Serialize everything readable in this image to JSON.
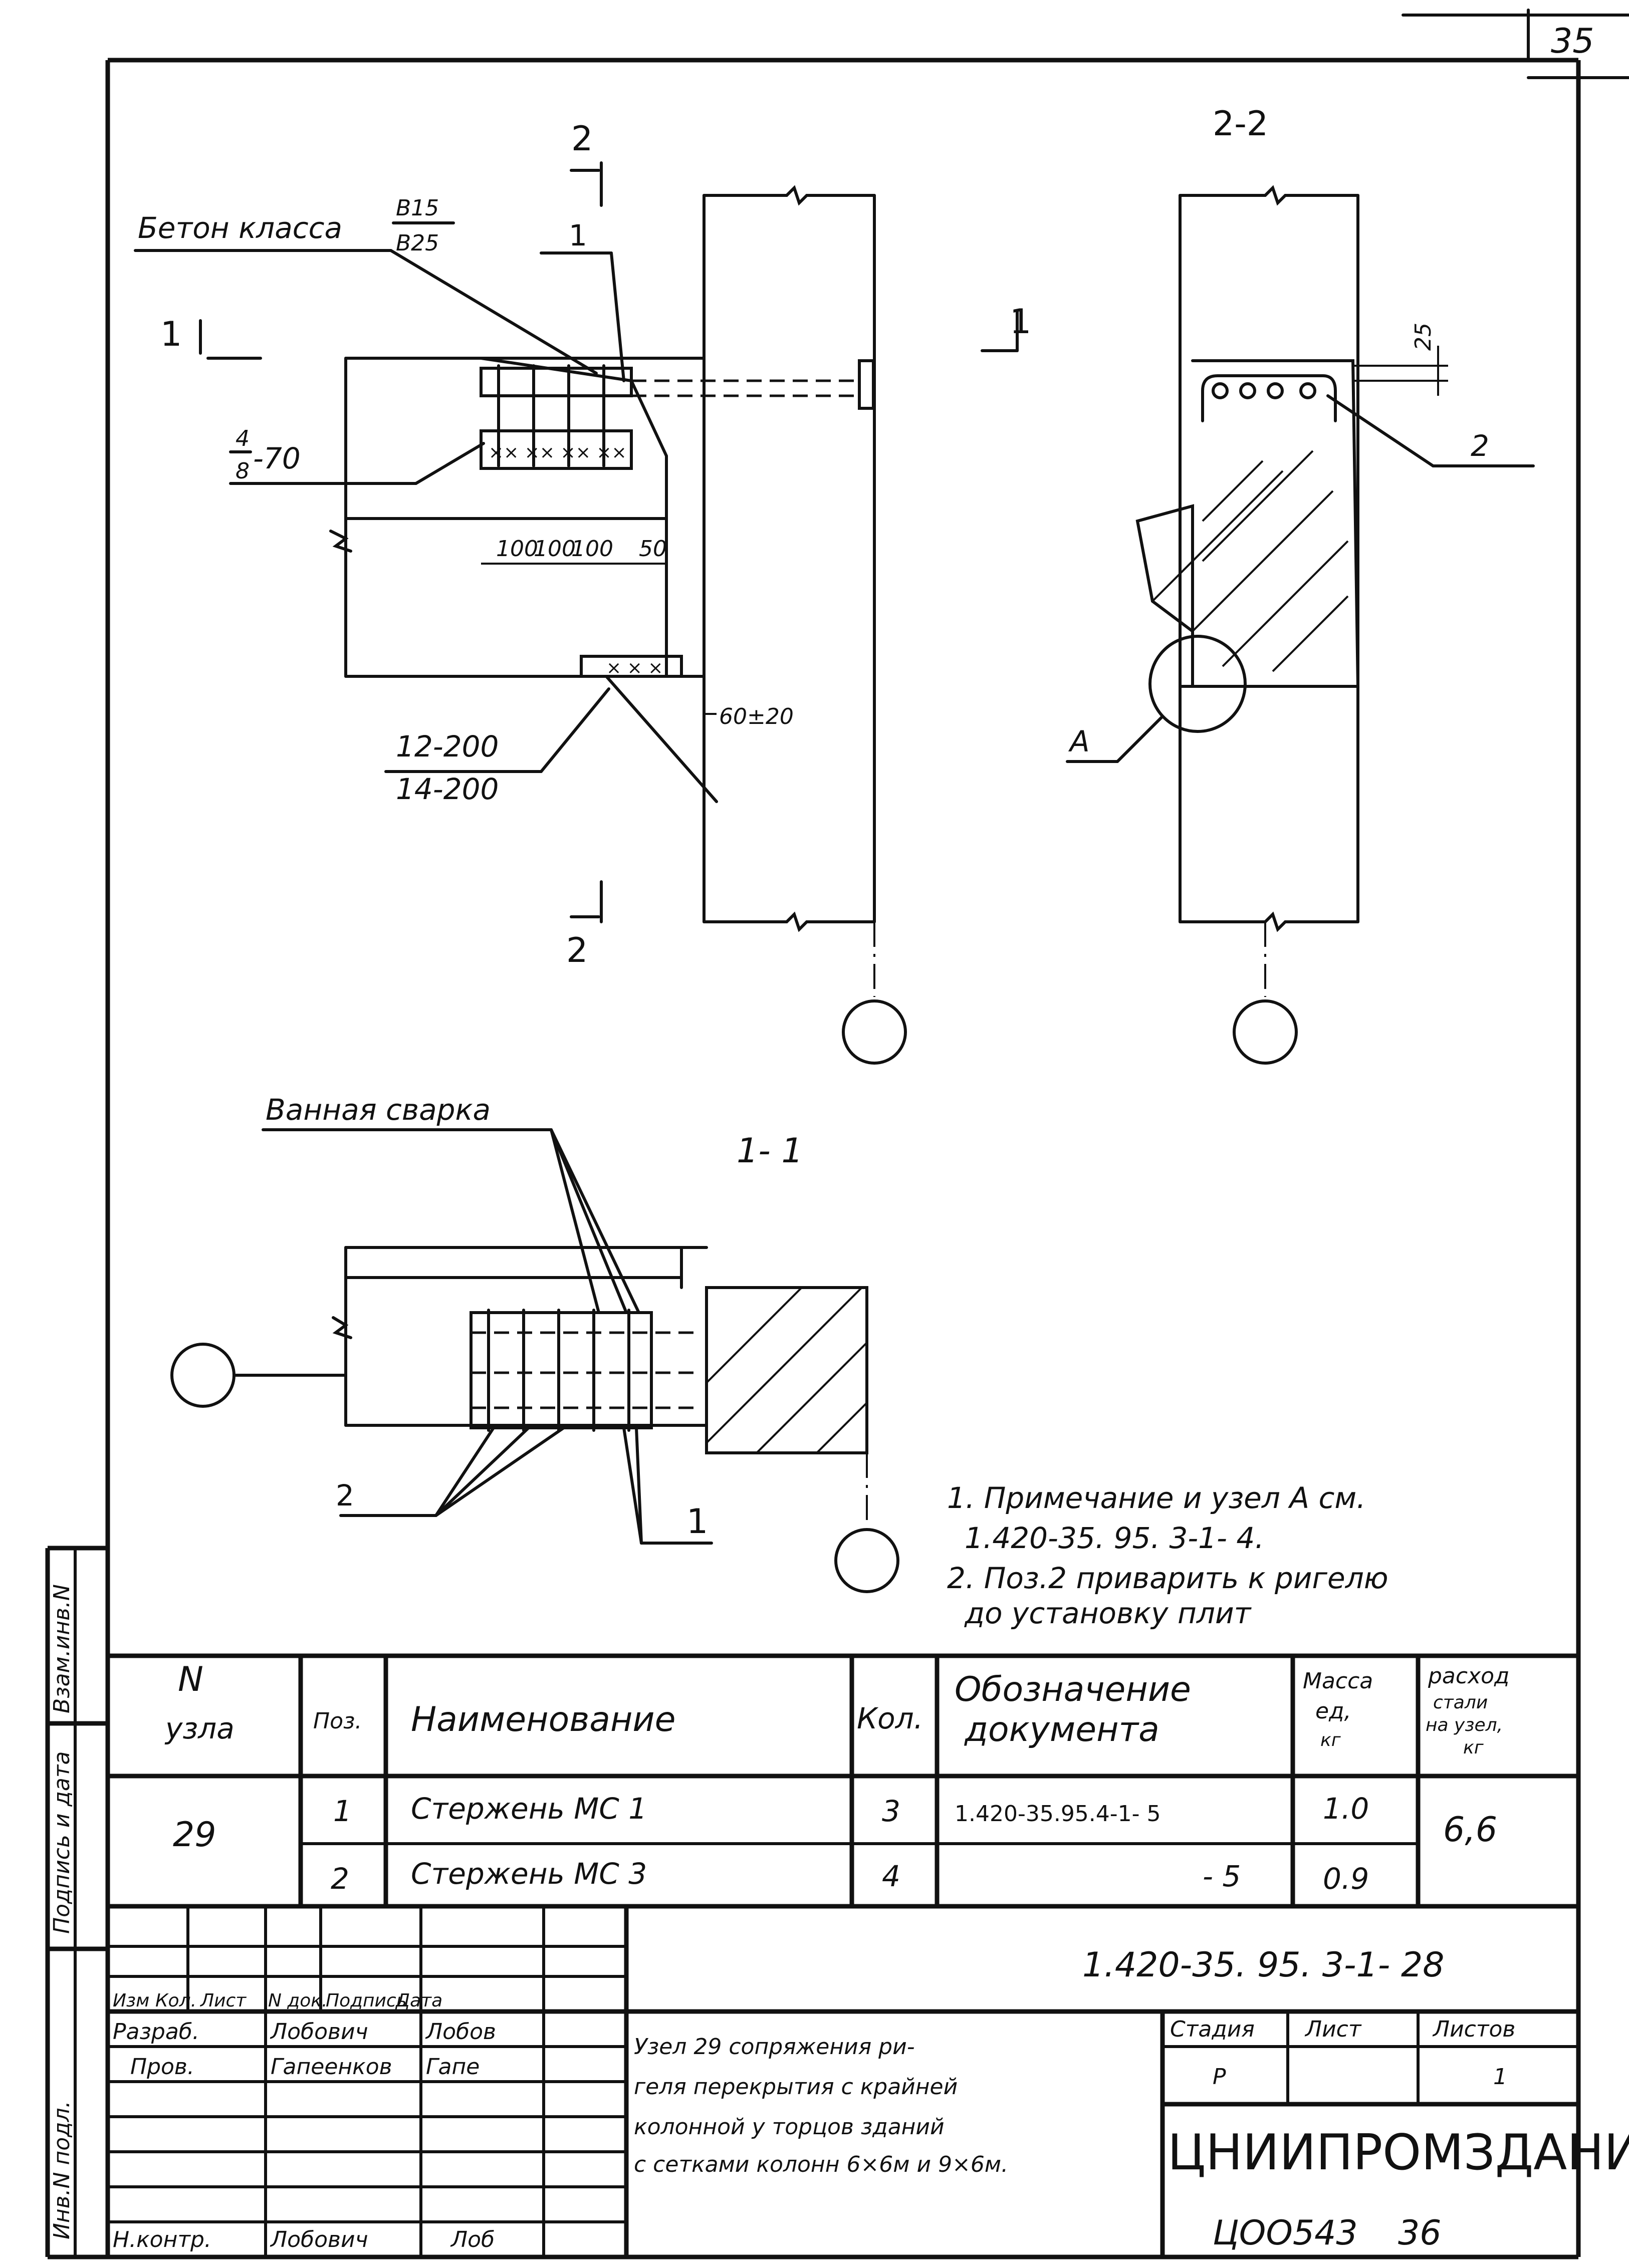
{
  "sheet": {
    "page_number_top": "35",
    "archive_number": "ЦОО543",
    "archive_sheet": "36"
  },
  "views": {
    "section_2_top_mark": "2",
    "section_2_bottom_mark": "2",
    "section_1_left_mark": "1",
    "section_1_right_mark": "1",
    "view_2_2_title": "2-2",
    "view_1_1_title": "1- 1"
  },
  "annotations": {
    "concrete_label": "Бетон класса",
    "concrete_class_top": "B15",
    "concrete_class_bottom": "B25",
    "pos_1_label": "1",
    "weld_top": "4",
    "weld_bottom": "8",
    "weld_length": "-70",
    "dims": [
      "100",
      "100",
      "100",
      "50"
    ],
    "gap_dim": "60±20",
    "plate_top": "12-200",
    "plate_bottom": "14-200",
    "dim_25": "25",
    "pos_2_label_right": "2",
    "node_a_label": "A",
    "bath_weld": "Ванная сварка",
    "pos_2_label_bottom": "2",
    "pos_1_label_bottom": "1"
  },
  "notes": [
    "1. Примечание и узел А см.",
    "1.420-35. 95. 3-1- 4.",
    "2. Поз.2 приварить к ригелю",
    "до установку плит"
  ],
  "spec_table": {
    "headers": {
      "node_top": "N",
      "node_bottom": "узла",
      "pos": "Поз.",
      "name": "Наименование",
      "qty": "Кол.",
      "doc_top": "Обозначение",
      "doc_bottom": "документа",
      "mass_top": "Масса",
      "mass_mid": "ед,",
      "mass_bottom": "кг",
      "steel_top": "расход",
      "steel_mid1": "стали",
      "steel_mid2": "на узел,",
      "steel_bottom": "кг"
    },
    "node": "29",
    "total_steel": "6,6",
    "rows": [
      {
        "pos": "1",
        "name": "Стержень МС 1",
        "qty": "3",
        "doc": "1.420-35.95.4-1- 5",
        "mass": "1.0"
      },
      {
        "pos": "2",
        "name": "Стержень МС 3",
        "qty": "4",
        "doc": "- 5",
        "mass": "0.9"
      }
    ]
  },
  "title_block": {
    "designation": "1.420-35. 95. 3-1- 28",
    "col_headers": [
      "Изм",
      "Кол.",
      "Лист",
      "N док.",
      "Подпись",
      "Дата"
    ],
    "roles": [
      {
        "role": "Разраб.",
        "name": "Лобович",
        "signature": "Лобов"
      },
      {
        "role": "Пров.",
        "name": "Гапеенков",
        "signature": "Гапе"
      },
      {
        "role": "Н.контр.",
        "name": "Лобович",
        "signature": "Лоб"
      }
    ],
    "title_lines": [
      "Узел 29 сопряжения ри-",
      "геля перекрытия с крайней",
      "колонной у торцов зданий",
      "с сетками колонн 6×6м и 9×6м."
    ],
    "stage_label": "Стадия",
    "sheet_label": "Лист",
    "sheets_label": "Листов",
    "stage_value": "Р",
    "sheets_value": "1",
    "organization": "ЦНИИПРОМЗДАНИЙ"
  },
  "side_stamp": {
    "inv_replaced": "Взам.инв.N",
    "sign_date": "Подпись и дата",
    "inv_original": "Инв.N подл."
  }
}
